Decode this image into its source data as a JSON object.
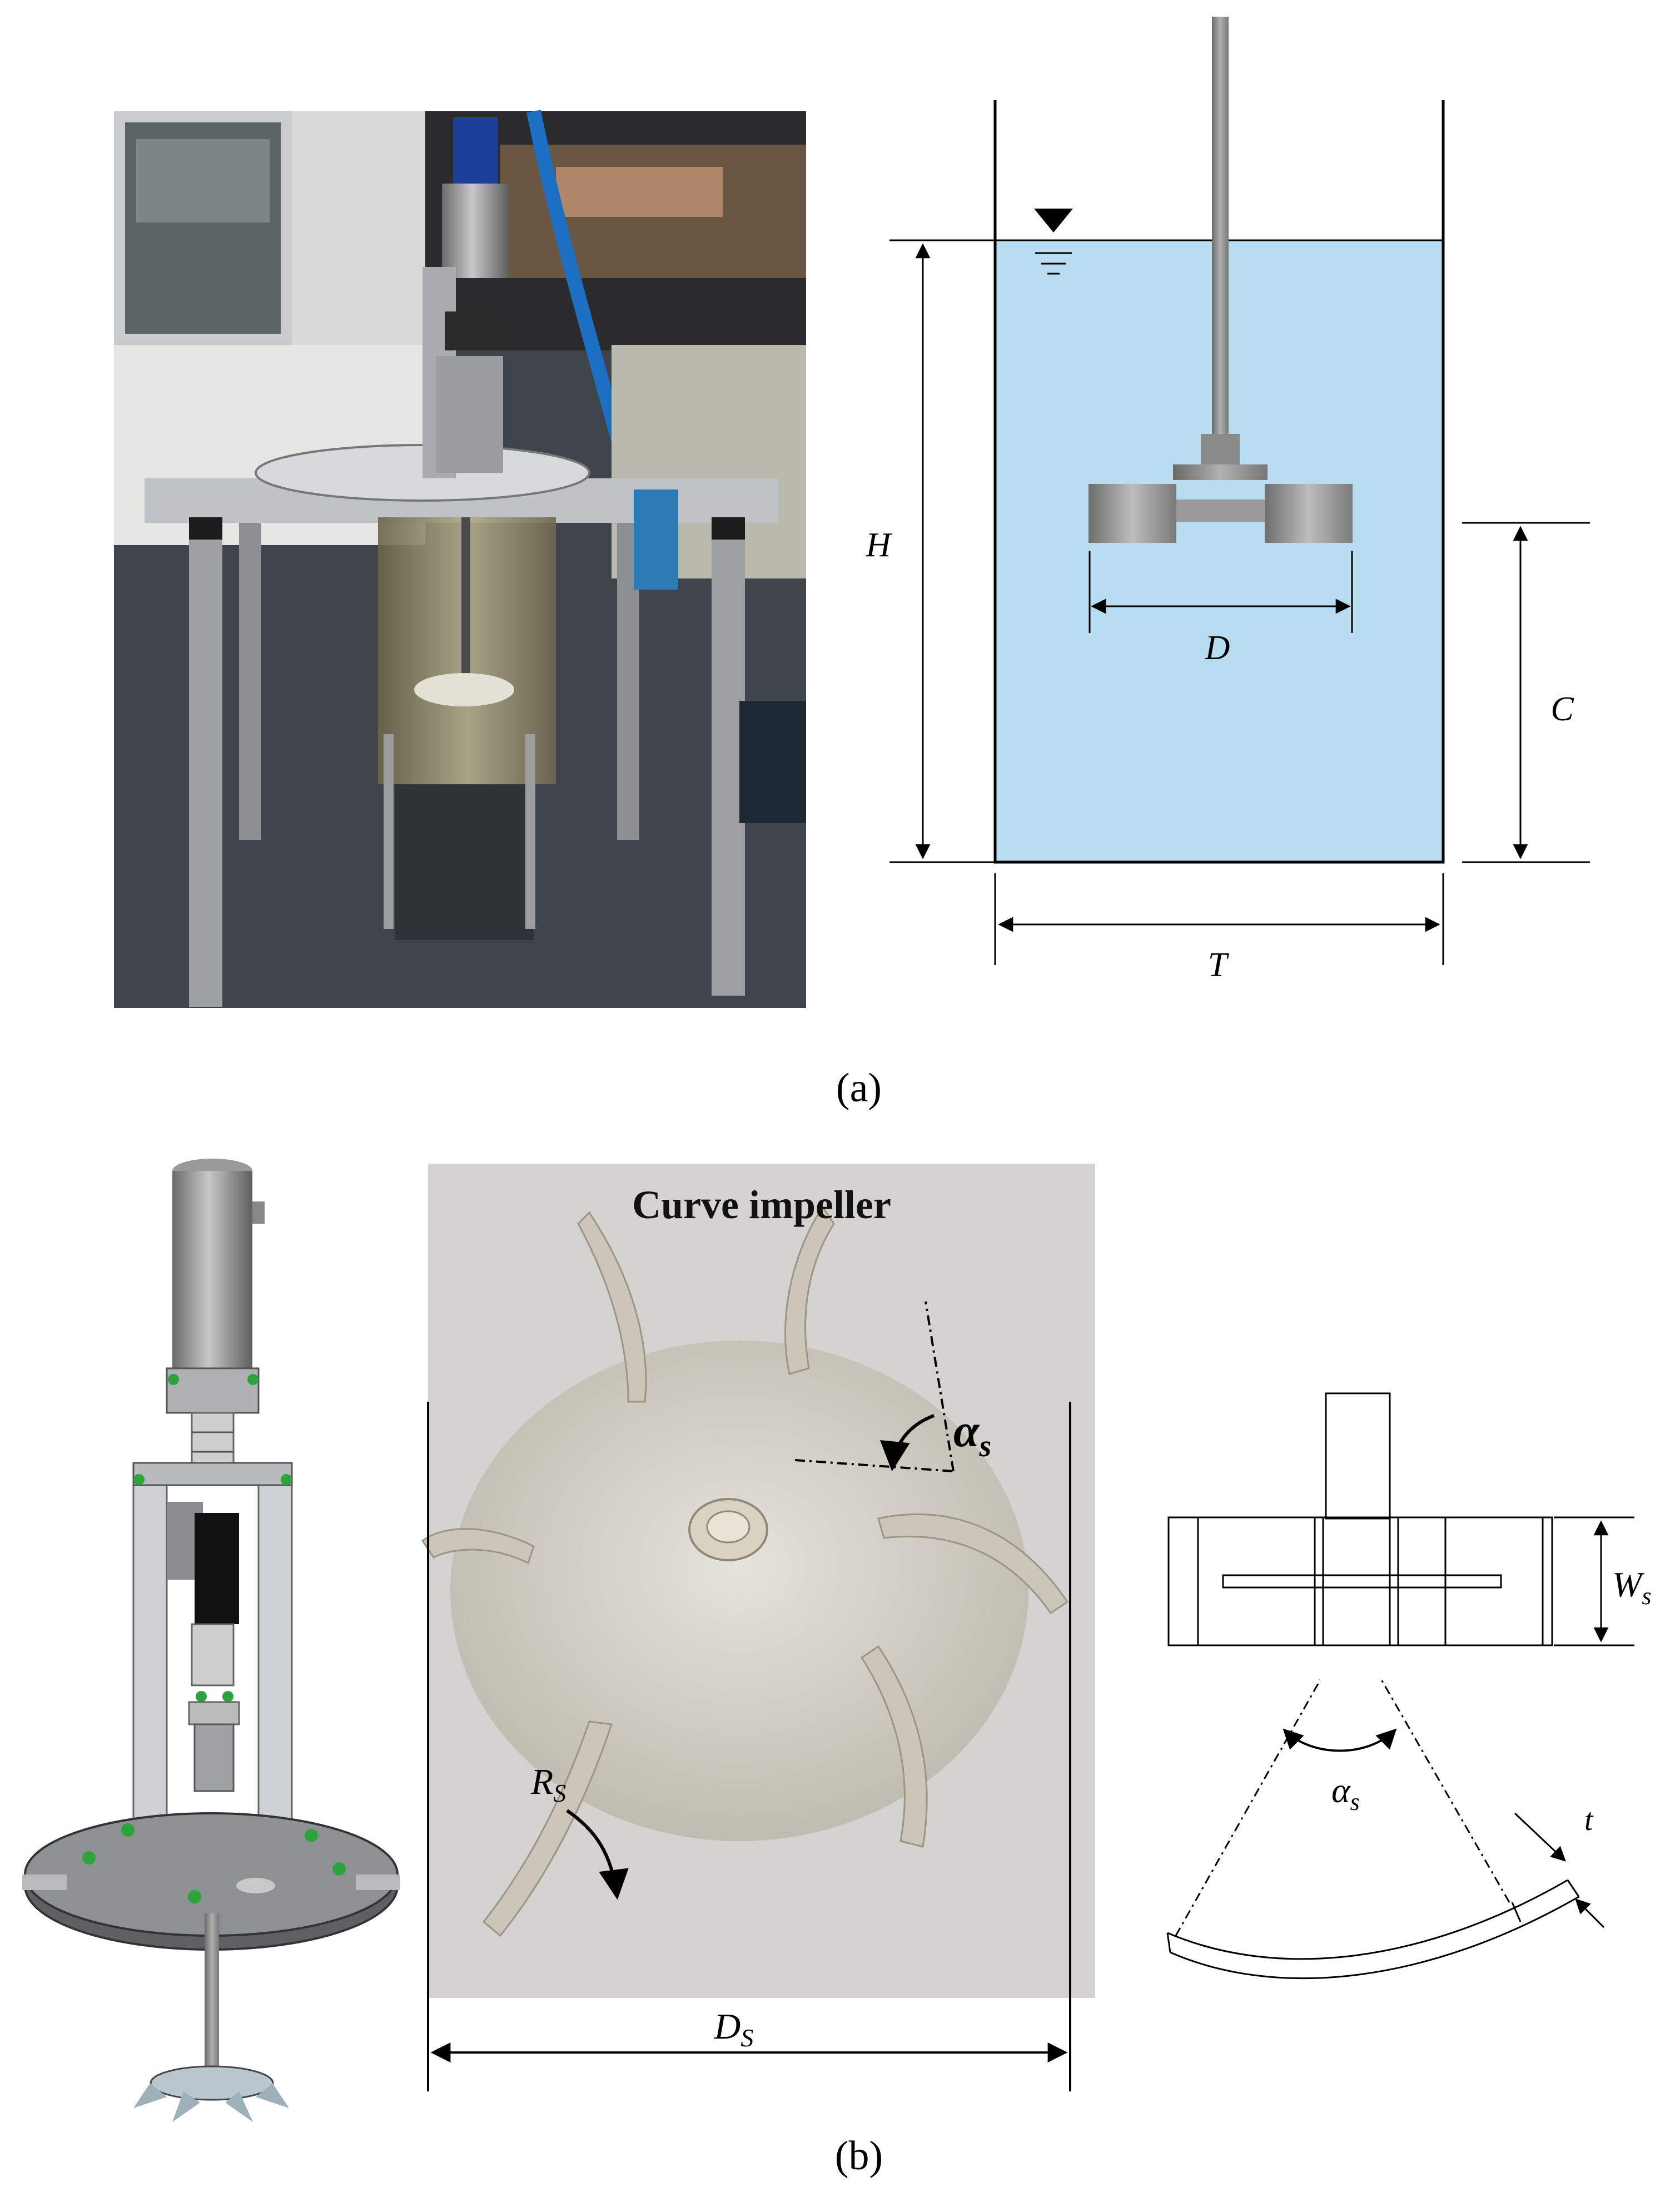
{
  "panel_a": {
    "caption": "(a)",
    "schematic": {
      "height_label": "H",
      "diameter_label": "D",
      "clearance_label": "C",
      "tank_label": "T"
    }
  },
  "panel_b": {
    "caption": "(b)",
    "photo_title": "Curve impeller",
    "angle_label": "α",
    "angle_sub": "s",
    "radius_label": "R",
    "radius_sub": "S",
    "diameter_label": "D",
    "diameter_sub": "S",
    "width_label": "W",
    "width_sub": "s",
    "arc_angle_label": "α",
    "arc_angle_sub": "s",
    "thickness_label": "t"
  },
  "colors": {
    "liquid": "#b8dcf0",
    "line": "#000000",
    "metal": "#8c8c8c",
    "impeller": "#d9d6cf"
  }
}
